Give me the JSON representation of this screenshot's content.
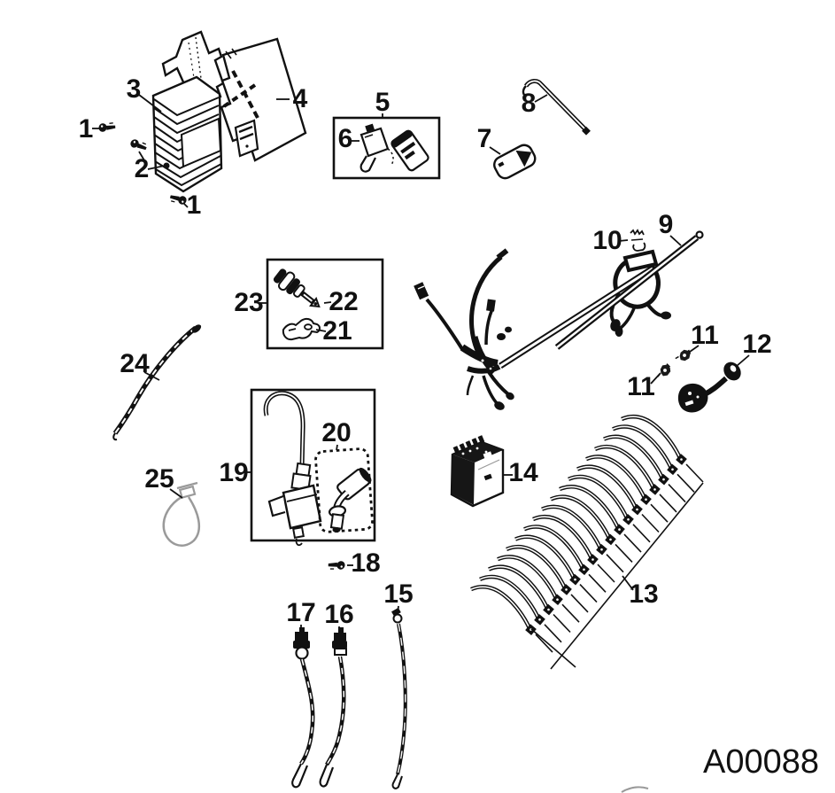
{
  "diagram": {
    "code": "A00088"
  },
  "callouts": [
    {
      "num": "1",
      "part": "screw"
    },
    {
      "num": "2",
      "part": "screw"
    },
    {
      "num": "3",
      "part": "voltage-regulator"
    },
    {
      "num": "4",
      "part": "mounting-bracket"
    },
    {
      "num": "1",
      "part": "screw"
    },
    {
      "num": "5",
      "part": "kit-box"
    },
    {
      "num": "6",
      "part": "relay"
    },
    {
      "num": "7",
      "part": "flasher-relay"
    },
    {
      "num": "8",
      "part": "strap"
    },
    {
      "num": "9",
      "part": "rod"
    },
    {
      "num": "10",
      "part": "clamp"
    },
    {
      "num": "11",
      "part": "nut"
    },
    {
      "num": "11",
      "part": "nut"
    },
    {
      "num": "12",
      "part": "ignition-switch"
    },
    {
      "num": "13",
      "part": "cable-ties"
    },
    {
      "num": "14",
      "part": "battery"
    },
    {
      "num": "15",
      "part": "cable"
    },
    {
      "num": "16",
      "part": "cable"
    },
    {
      "num": "17",
      "part": "cable"
    },
    {
      "num": "18",
      "part": "screw"
    },
    {
      "num": "19",
      "part": "ignition-coil-kit"
    },
    {
      "num": "20",
      "part": "spark-plug-cap"
    },
    {
      "num": "21",
      "part": "bracket"
    },
    {
      "num": "22",
      "part": "key-cylinder"
    },
    {
      "num": "23",
      "part": "switch-kit-box"
    },
    {
      "num": "24",
      "part": "cable-strap"
    },
    {
      "num": "25",
      "part": "wire-loop"
    }
  ]
}
